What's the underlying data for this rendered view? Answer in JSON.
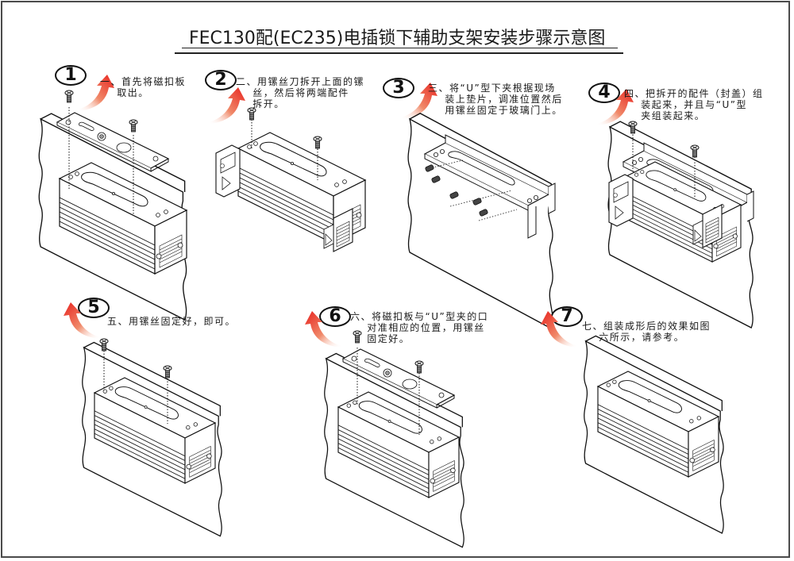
{
  "document": {
    "title": "FEC130配(EC235)电插锁下辅助支架安装步骤示意图",
    "accent_color": "#e8231f",
    "line_color": "#1a1a1a"
  },
  "steps": [
    {
      "number": "1",
      "text": "一、首先将磁扣板\n    取出。",
      "arrow": "arrow-up-right",
      "illustration": "lock with strike plate removed, two screws above"
    },
    {
      "number": "2",
      "text": "二、用镙丝刀拆开上面的镙\n    丝，然后将两端配件\n    拆开。",
      "arrow": "arrow-up-right",
      "illustration": "lock body with end caps removed, two screws above"
    },
    {
      "number": "3",
      "text": "三、将“U”型下夹根据现场\n    装上垫片，调准位置然后\n    用镙丝固定于玻璃门上。",
      "arrow": "arrow-up-right",
      "illustration": "U-bracket clamped onto glass door with set screws"
    },
    {
      "number": "4",
      "text": "四、把拆开的配件（封盖）组\n    装起来，并且与“U”型\n    夹组装起来。",
      "arrow": "arrow-up-right",
      "illustration": "end caps reassembled with U-bracket"
    },
    {
      "number": "5",
      "text": "五、用镙丝固定好，即可。",
      "arrow": "arrow-up-left",
      "illustration": "lock fixed on door with two screws"
    },
    {
      "number": "6",
      "text": "六、将磁扣板与“U”型夹的口\n    对准相应的位置，用镙丝\n    固定好。",
      "arrow": "arrow-up-left",
      "illustration": "strike plate aligned over lock with screws"
    },
    {
      "number": "7",
      "text": "七、组装成形后的效果如图\n    六所示，请参考。",
      "arrow": "arrow-up-left",
      "illustration": "final assembled lock on door"
    }
  ]
}
